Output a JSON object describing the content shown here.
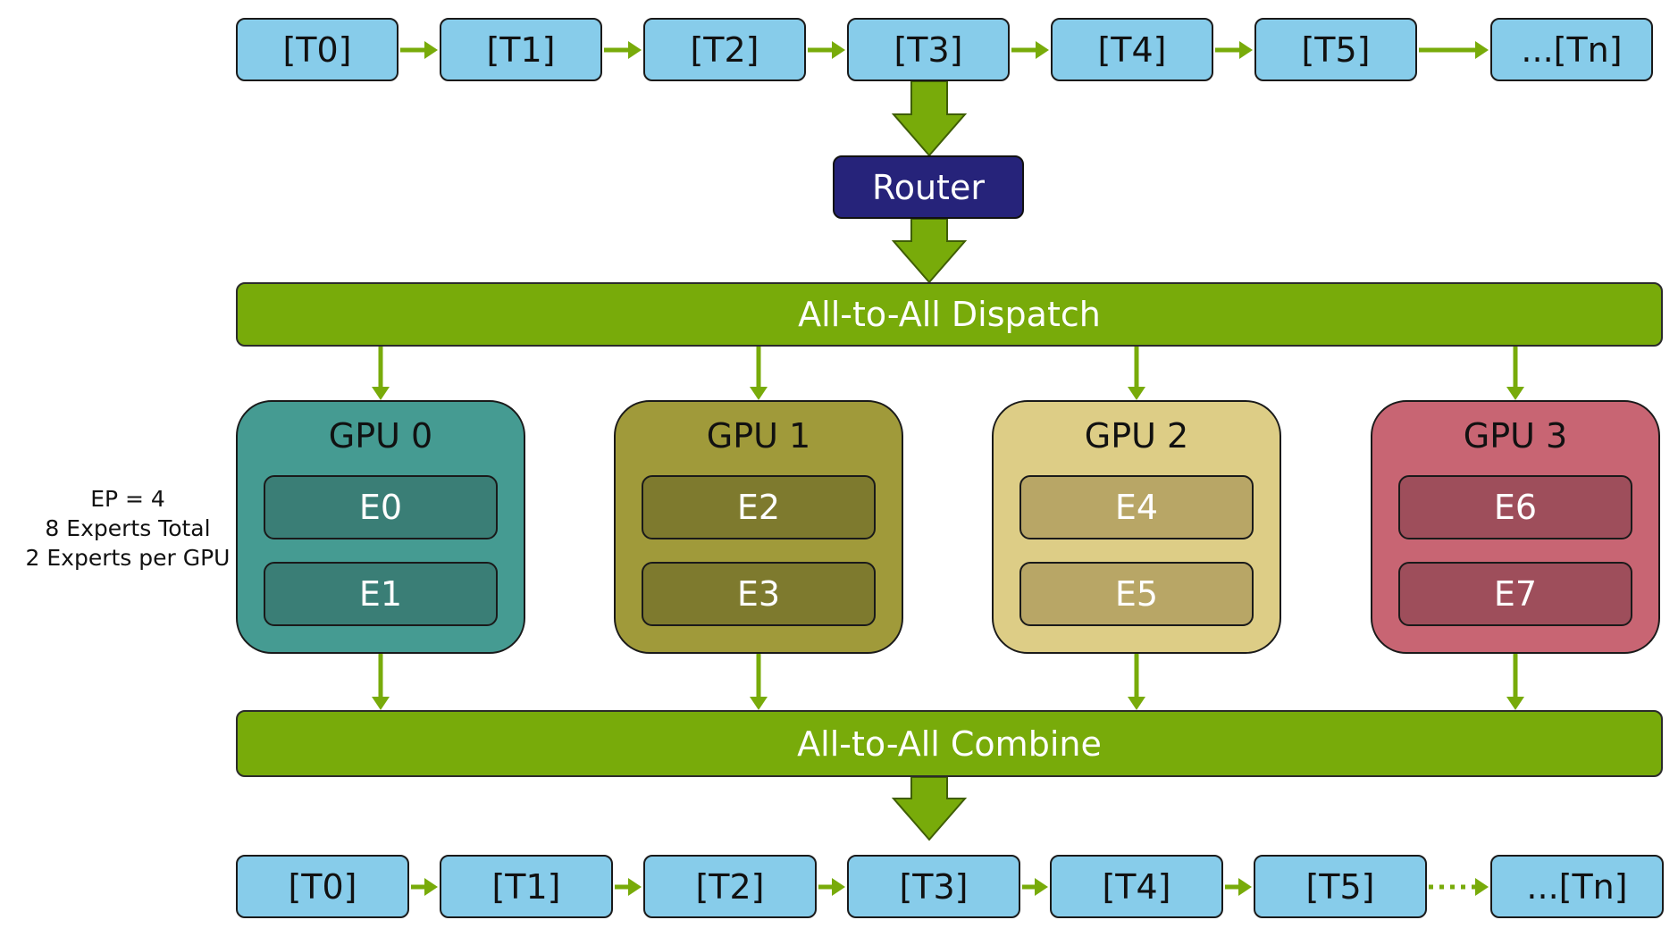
{
  "input_tokens": [
    "[T0]",
    "[T1]",
    "[T2]",
    "[T3]",
    "[T4]",
    "[T5]",
    "...[Tn]"
  ],
  "output_tokens": [
    "[T0]",
    "[T1]",
    "[T2]",
    "[T3]",
    "[T4]",
    "[T5]",
    "...[Tn]"
  ],
  "router": {
    "label": "Router"
  },
  "dispatch": {
    "label": "All-to-All Dispatch"
  },
  "combine": {
    "label": "All-to-All Combine"
  },
  "ep_note": [
    "EP = 4",
    "8 Experts Total",
    "2 Experts per GPU"
  ],
  "gpus": [
    {
      "label": "GPU 0",
      "experts": [
        "E0",
        "E1"
      ]
    },
    {
      "label": "GPU 1",
      "experts": [
        "E2",
        "E3"
      ]
    },
    {
      "label": "GPU 2",
      "experts": [
        "E4",
        "E5"
      ]
    },
    {
      "label": "GPU 3",
      "experts": [
        "E6",
        "E7"
      ]
    }
  ],
  "colors": {
    "token_fill": "#87ccea",
    "router_fill": "#26237a",
    "bar_fill": "#78ab0a",
    "arrow": "#78ab0a",
    "gpu_fills": [
      "#459b92",
      "#a09a3a",
      "#ddcd86",
      "#c86573"
    ],
    "expert_fills": [
      "#3a7e76",
      "#7e7a2e",
      "#b8a666",
      "#9e4e5b"
    ]
  }
}
